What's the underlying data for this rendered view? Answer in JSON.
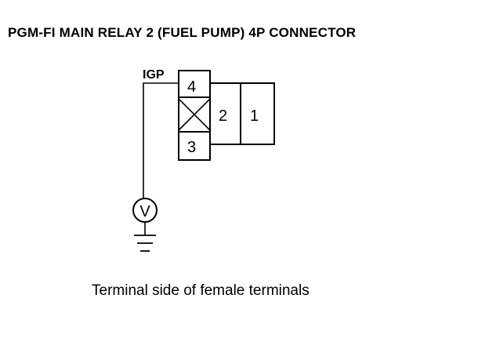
{
  "title": "PGM-FI MAIN RELAY 2 (FUEL PUMP) 4P CONNECTOR",
  "wire_label": "IGP",
  "terminals": {
    "t4": "4",
    "t3": "3",
    "t2": "2",
    "t1": "1"
  },
  "meter_symbol": "V",
  "caption": "Terminal side of female terminals"
}
